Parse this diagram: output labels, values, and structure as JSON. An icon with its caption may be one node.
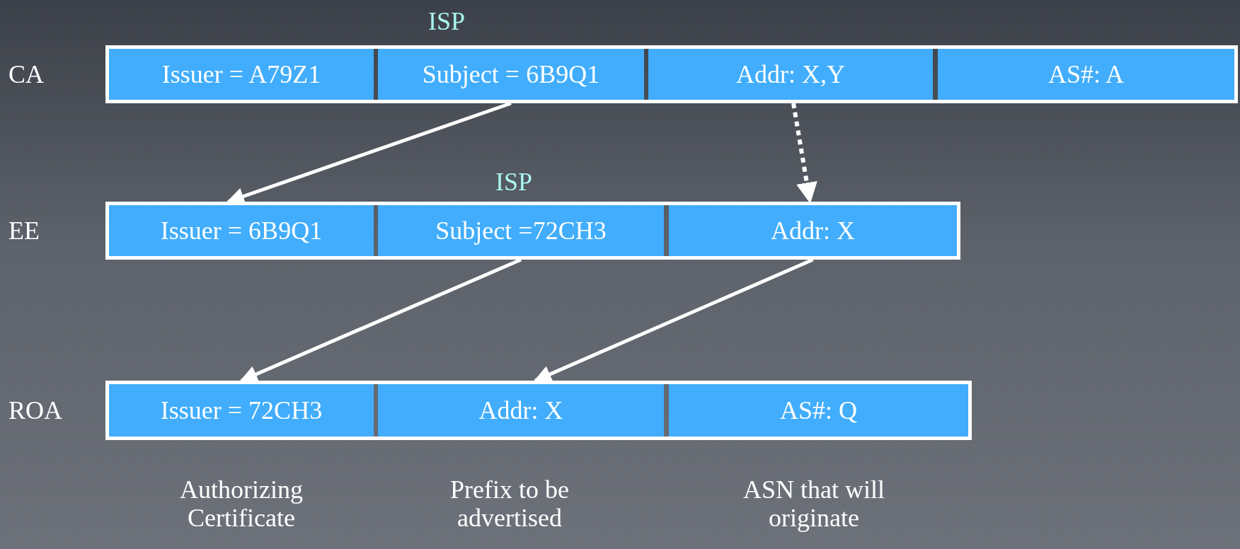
{
  "diagram": {
    "nodes": [
      {
        "text": [
          "CA"
        ]
      },
      {
        "text": [
          "Issuer = A79Z1"
        ],
        "in": 0
      },
      {
        "text": [
          "Subject = 6B9Q1"
        ],
        "in": 0
      },
      {
        "text": [
          "Addr: X,Y"
        ],
        "in": 0
      },
      {
        "text": [
          "AS#: A"
        ],
        "in": 0
      },
      {
        "text": [
          "EE"
        ]
      },
      {
        "text": [
          "Issuer = 6B9Q1"
        ],
        "in": 5
      },
      {
        "text": [
          "Subject =72CH3"
        ],
        "in": 5
      },
      {
        "text": [
          "Addr: X"
        ],
        "in": 5
      },
      {
        "text": [
          "ROA"
        ]
      },
      {
        "text": [
          "Issuer = 72CH3"
        ],
        "in": 9
      },
      {
        "text": [
          "Addr: X"
        ],
        "in": 9
      },
      {
        "text": [
          "AS#: Q"
        ],
        "in": 9
      }
    ],
    "edges": [
      {
        "from": 2,
        "to": 6,
        "arrow": "to"
      },
      {
        "from": 3,
        "to": 8,
        "arrow": "to",
        "style": "dashed"
      },
      {
        "from": 7,
        "to": 10,
        "arrow": "to"
      },
      {
        "from": 8,
        "to": 11,
        "arrow": "to"
      }
    ],
    "labels": [
      "ISP",
      "ISP",
      "Authorizing Certificate",
      "Prefix to be advertised",
      "ASN that will originate"
    ]
  }
}
